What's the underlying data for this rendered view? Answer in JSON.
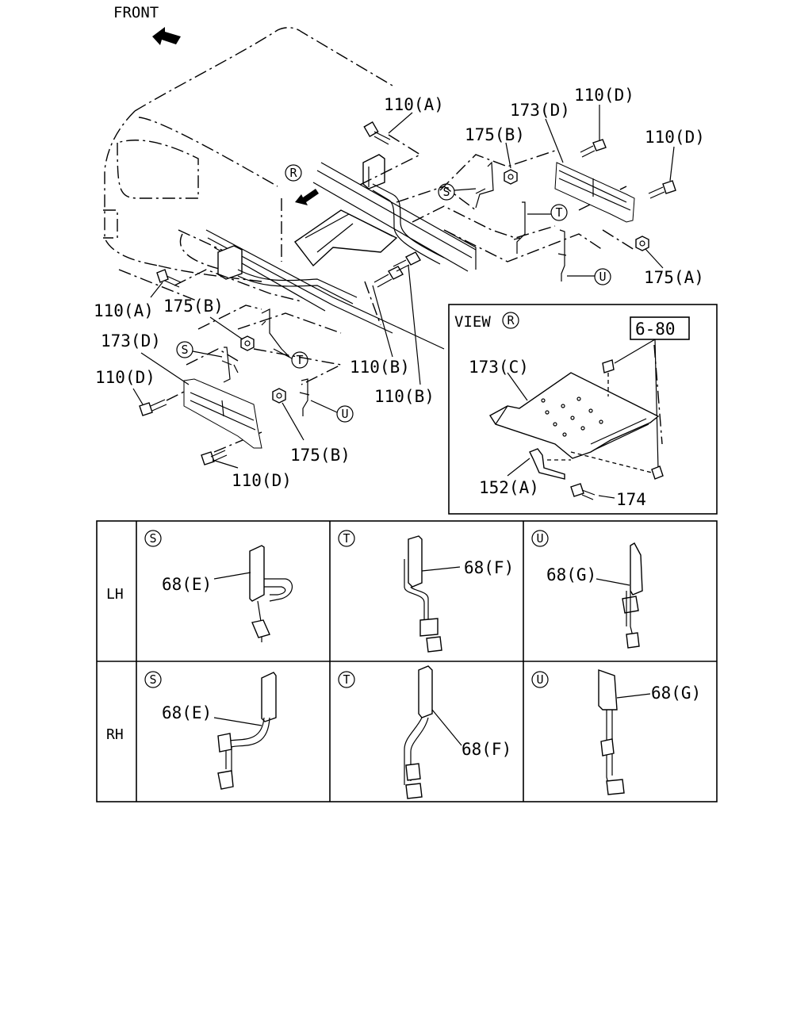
{
  "front_label": "FRONT",
  "view_marker": "R",
  "view_title": "VIEW",
  "ref_box": "6-80",
  "refs": {
    "s": "S",
    "t": "T",
    "u": "U"
  },
  "callouts": {
    "c110a_top": "110(A)",
    "c110d_top": "110(D)",
    "c173d_top": "173(D)",
    "c175b_top": "175(B)",
    "c110d_right": "110(D)",
    "c175a_right": "175(A)",
    "c110a_left": "110(A)",
    "c175b_left": "175(B)",
    "c173d_left": "173(D)",
    "c110d_left": "110(D)",
    "c110b_1": "110(B)",
    "c110b_2": "110(B)",
    "c175b_bottom": "175(B)",
    "c110d_bottom": "110(D)",
    "c173c": "173(C)",
    "c152a": "152(A)",
    "c174": "174"
  },
  "table": {
    "rows": [
      {
        "side": "LH",
        "cells": [
          {
            "marker": "S",
            "part": "68(E)"
          },
          {
            "marker": "T",
            "part": "68(F)"
          },
          {
            "marker": "U",
            "part": "68(G)"
          }
        ]
      },
      {
        "side": "RH",
        "cells": [
          {
            "marker": "S",
            "part": "68(E)"
          },
          {
            "marker": "T",
            "part": "68(F)"
          },
          {
            "marker": "U",
            "part": "68(G)"
          }
        ]
      }
    ]
  }
}
